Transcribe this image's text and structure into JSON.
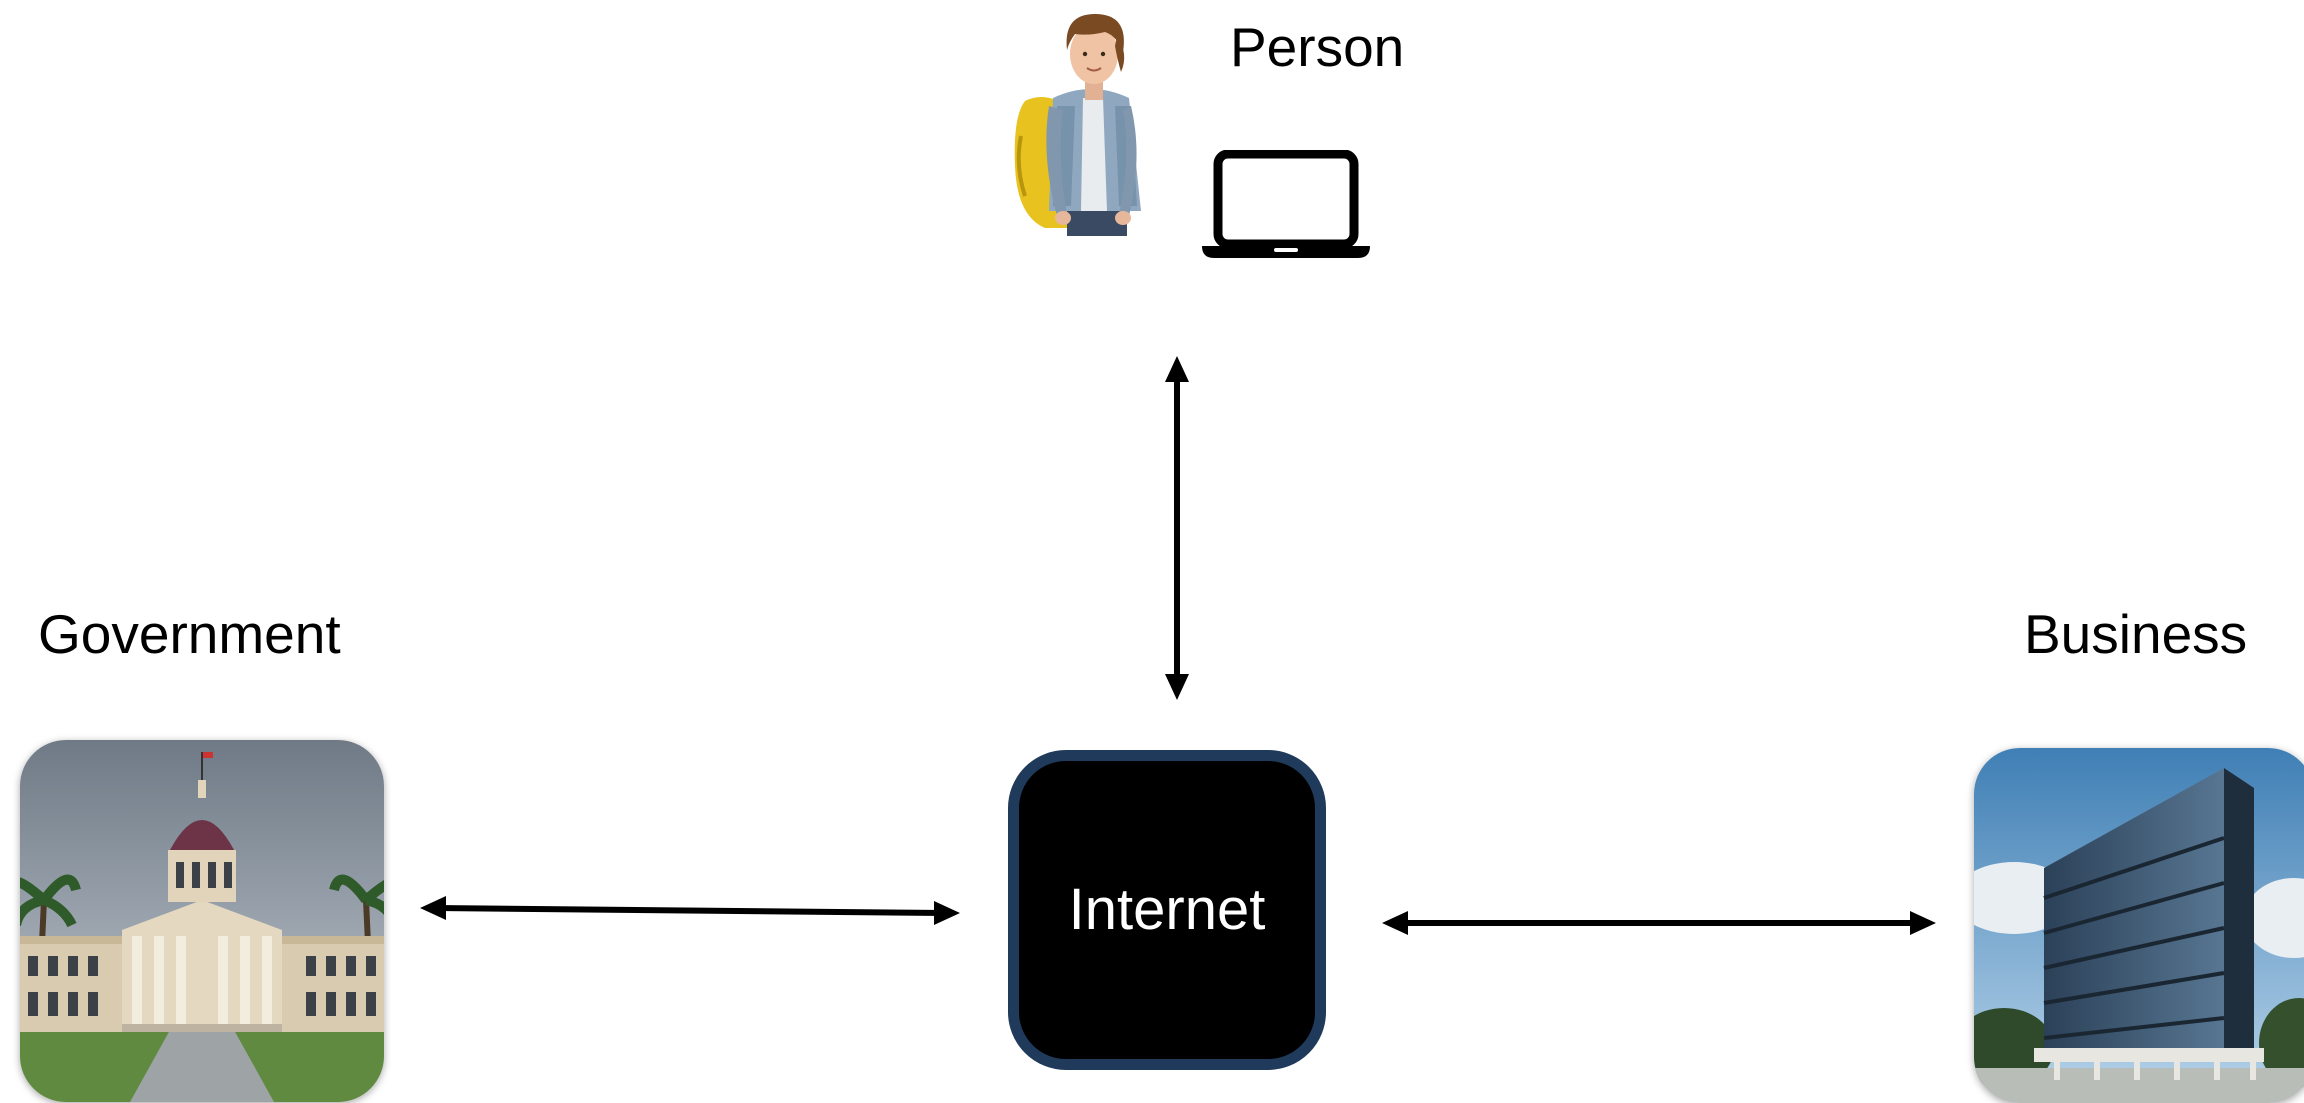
{
  "nodes": {
    "person": {
      "label": "Person"
    },
    "government": {
      "label": "Government"
    },
    "business": {
      "label": "Business"
    },
    "internet": {
      "label": "Internet"
    }
  },
  "icons": {
    "person": "person-with-backpack-icon",
    "laptop": "laptop-icon",
    "government": "government-building-icon",
    "business": "office-building-icon"
  },
  "colors": {
    "internet_fill": "#000000",
    "internet_border": "#1f3a5a",
    "arrow": "#000000",
    "label_text": "#000000",
    "internet_text": "#ffffff"
  }
}
